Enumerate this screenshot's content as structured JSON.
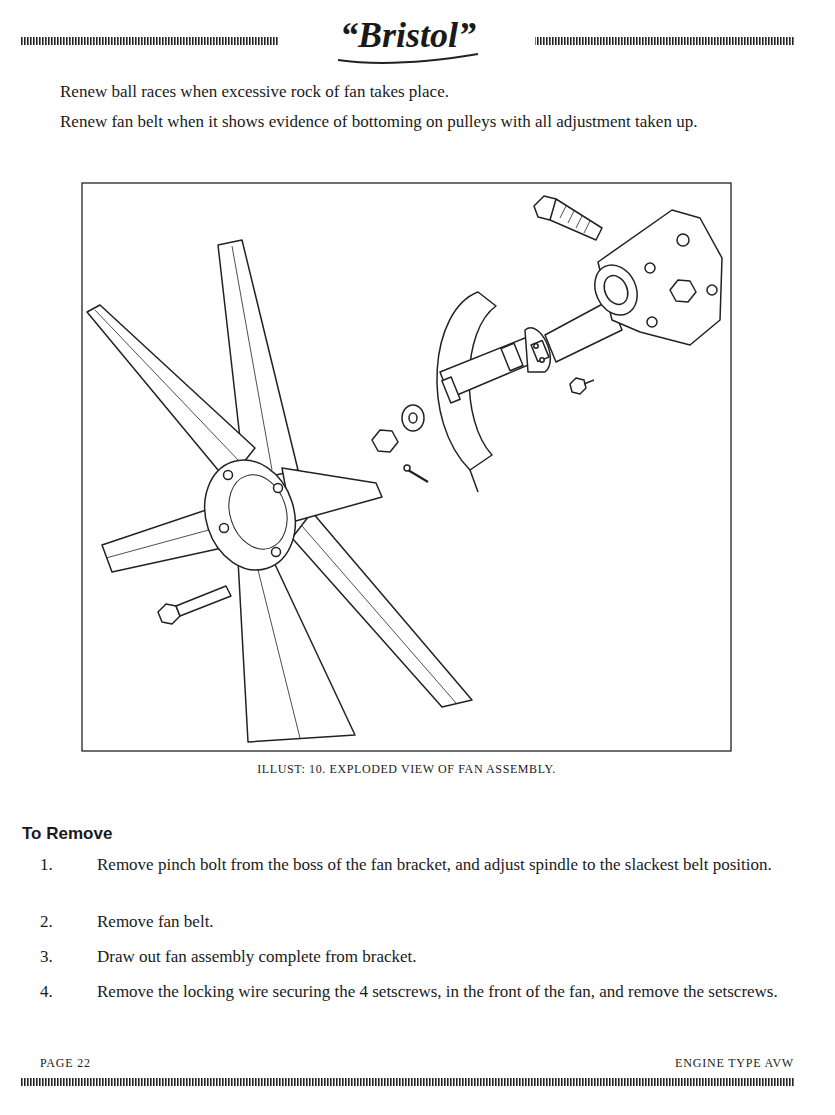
{
  "diagram": {
    "title": "“Bristol”",
    "caption": "ILLUST: 10. EXPLODED VIEW OF FAN ASSEMBLY.",
    "labels": [
      "Renew ball races when excessive rock of fan takes place.",
      "Renew fan belt when it shows evidence of bottoming on pulleys with all adjustment taken up.",
      "To Remove",
      "1.",
      "Remove pinch bolt from the boss of the fan bracket, and adjust spindle to the slackest belt position.",
      "2.",
      "Remove fan belt.",
      "3.",
      "Draw out fan assembly complete from bracket.",
      "4.",
      "Remove the locking wire securing the 4 setscrews, in the front of the fan, and remove the setscrews.",
      "PAGE 22",
      "ENGINE TYPE AVW"
    ]
  }
}
